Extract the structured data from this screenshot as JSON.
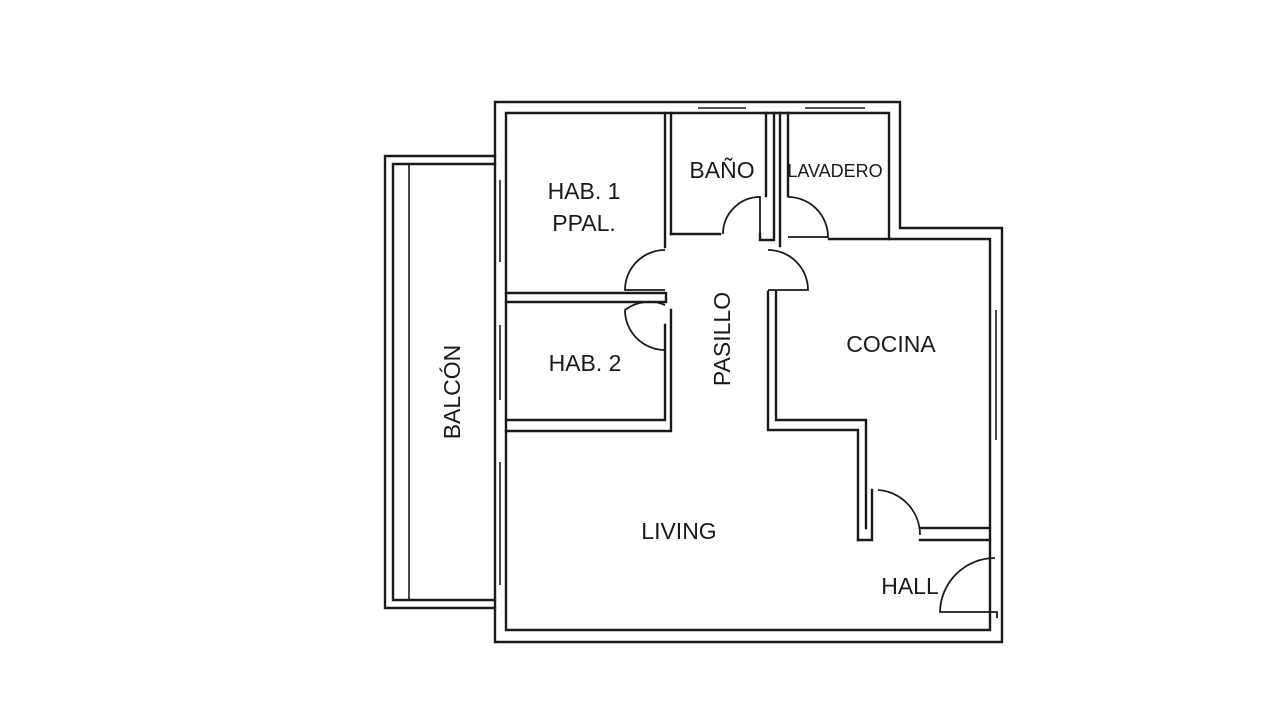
{
  "rooms": {
    "hab1_line1": "HAB. 1",
    "hab1_line2": "PPAL.",
    "bano": "BAÑO",
    "lavadero": "LAVADERO",
    "hab2": "HAB. 2",
    "pasillo": "PASILLO",
    "cocina": "COCINA",
    "balcon": "BALCÓN",
    "living": "LIVING",
    "hall": "HALL"
  }
}
